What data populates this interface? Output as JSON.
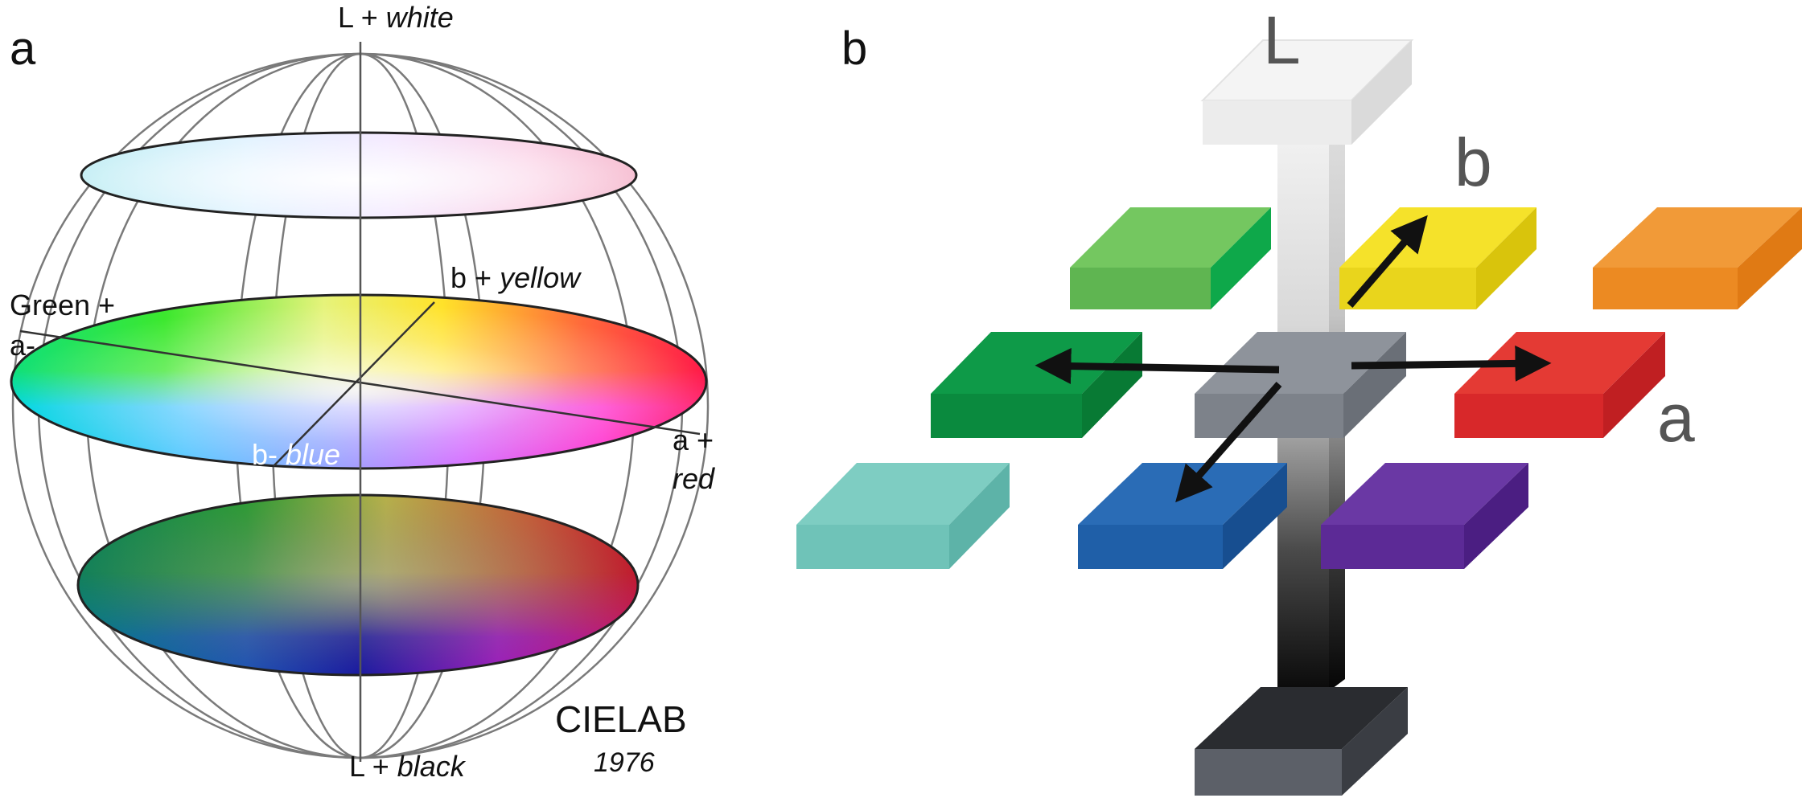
{
  "panel_a": {
    "letter": "a",
    "top_label": {
      "prefix": "L + ",
      "word": "white"
    },
    "bottom_label": {
      "prefix": "L + ",
      "word": "black"
    },
    "yellow_label": {
      "prefix": "b + ",
      "word": "yellow"
    },
    "green_label": {
      "line1": "Green +",
      "line2": "a-"
    },
    "blue_label": {
      "prefix": "b- ",
      "word": "blue"
    },
    "red_label": {
      "line1": "a +",
      "line2": "red"
    },
    "caption": {
      "title": "CIELAB",
      "year": "1976"
    }
  },
  "panel_b": {
    "letter": "b",
    "axis_L": "L",
    "axis_b": "b",
    "axis_a": "a"
  },
  "colors": {
    "sphere_outline": "#777777",
    "green_tile": "#0a8a3e",
    "light_green_tile": "#5fbf55",
    "yellow_tile": "#f2dd1a",
    "orange_tile": "#ef8a22",
    "red_tile": "#e0282a",
    "teal_tile": "#6fc3b8",
    "blue_tile": "#1f5fa8",
    "purple_tile": "#5c2a96",
    "center_gray": "#8a8f97"
  }
}
